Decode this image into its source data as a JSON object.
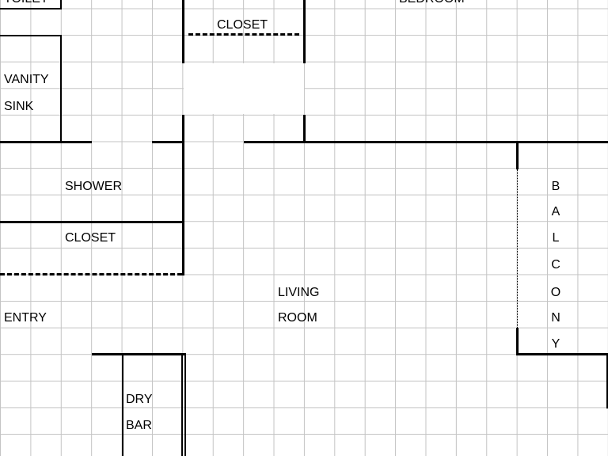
{
  "labels": {
    "toilet": "TOILET",
    "bedroom": "BEDROOM",
    "closet_top": "CLOSET",
    "vanity": "VANITY",
    "sink": "SINK",
    "shower": "SHOWER",
    "closet_mid": "CLOSET",
    "living": "LIVING",
    "room": "ROOM",
    "entry": "ENTRY",
    "dry": "DRY",
    "bar": "BAR",
    "balcony": [
      "B",
      "A",
      "L",
      "C",
      "O",
      "N",
      "Y"
    ]
  }
}
